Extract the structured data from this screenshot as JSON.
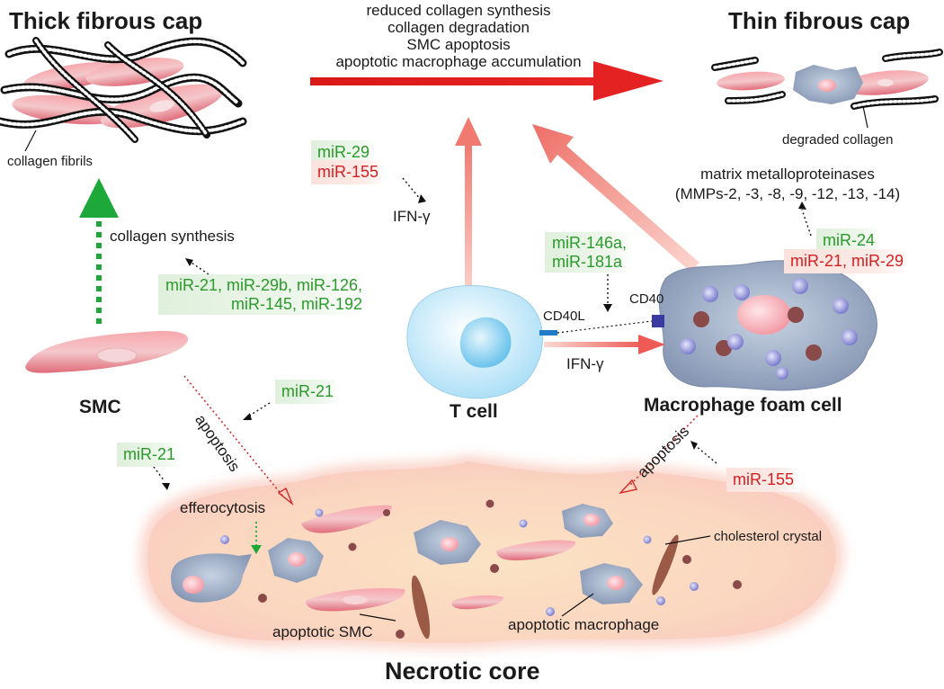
{
  "titles": {
    "thick_cap": "Thick fibrous cap",
    "thin_cap": "Thin fibrous cap",
    "necrotic_core": "Necrotic core",
    "smc": "SMC",
    "t_cell": "T cell",
    "macrophage": "Macrophage foam cell"
  },
  "top_process": [
    "reduced collagen synthesis",
    "collagen degradation",
    "SMC apoptosis",
    "apoptotic macrophage accumulation"
  ],
  "labels": {
    "collagen_fibrils": "collagen fibrils",
    "degraded_collagen": "degraded collagen",
    "collagen_synthesis": "collagen synthesis",
    "mmp_line1": "matrix metalloproteinases",
    "mmp_line2": "(MMPs-2, -3, -8, -9, -12, -13, -14)",
    "ifn_top": "IFN-γ",
    "ifn_mid": "IFN-γ",
    "cd40l": "CD40L",
    "cd40": "CD40",
    "apoptosis_smc": "apoptosis",
    "apoptosis_mac": "apoptosis",
    "efferocytosis": "efferocytosis",
    "cholesterol_crystal": "cholesterol crystal",
    "apoptotic_smc": "apoptotic SMC",
    "apoptotic_macrophage": "apoptotic macrophage"
  },
  "mirnas": {
    "ifn_green": "miR-29",
    "ifn_red": "miR-155",
    "collagen_green_line1": "miR-21, miR-29b, miR-126,",
    "collagen_green_line2": "miR-145, miR-192",
    "cd40_green_line1": "miR-146a,",
    "cd40_green_line2": "miR-181a",
    "mmp_green": "miR-24",
    "mmp_red": "miR-21, miR-29",
    "smc_apoptosis_green": "miR-21",
    "efferocytosis_green": "miR-21",
    "mac_apoptosis_red": "miR-155"
  },
  "colors": {
    "promote": "#2a9a2a",
    "inhibit": "#d42020",
    "main_arrow": "#e02020"
  }
}
